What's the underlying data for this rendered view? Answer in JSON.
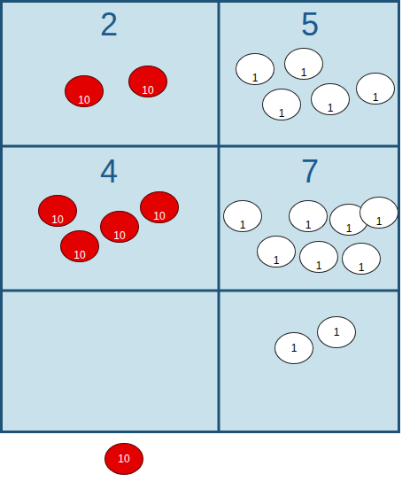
{
  "diagram": {
    "nodes": [
      {
        "text": [
          "2"
        ]
      },
      {
        "text": [
          "10"
        ],
        "in": 0
      },
      {
        "text": [
          "10"
        ],
        "in": 0
      },
      {
        "text": [
          "5"
        ]
      },
      {
        "text": [
          "1"
        ],
        "in": 3
      },
      {
        "text": [
          "1"
        ],
        "in": 3
      },
      {
        "text": [
          "1"
        ],
        "in": 3
      },
      {
        "text": [
          "1"
        ],
        "in": 3
      },
      {
        "text": [
          "1"
        ],
        "in": 3
      },
      {
        "text": [
          "4"
        ]
      },
      {
        "text": [
          "10"
        ],
        "in": 9
      },
      {
        "text": [
          "10"
        ],
        "in": 9
      },
      {
        "text": [
          "10"
        ],
        "in": 9
      },
      {
        "text": [
          "10"
        ],
        "in": 9
      },
      {
        "text": [
          "7"
        ]
      },
      {
        "text": [
          "1"
        ],
        "in": 14
      },
      {
        "text": [
          "1"
        ],
        "in": 14
      },
      {
        "text": [
          "1"
        ],
        "in": 14
      },
      {
        "text": [
          "1"
        ],
        "in": 14
      },
      {
        "text": [
          "1"
        ],
        "in": 14
      },
      {
        "text": [
          "1"
        ],
        "in": 14
      },
      {
        "text": [
          "1"
        ],
        "in": 14
      },
      {
        "text": [
          "1"
        ]
      },
      {
        "text": [
          "1"
        ]
      },
      {
        "text": [
          "10"
        ]
      }
    ]
  }
}
